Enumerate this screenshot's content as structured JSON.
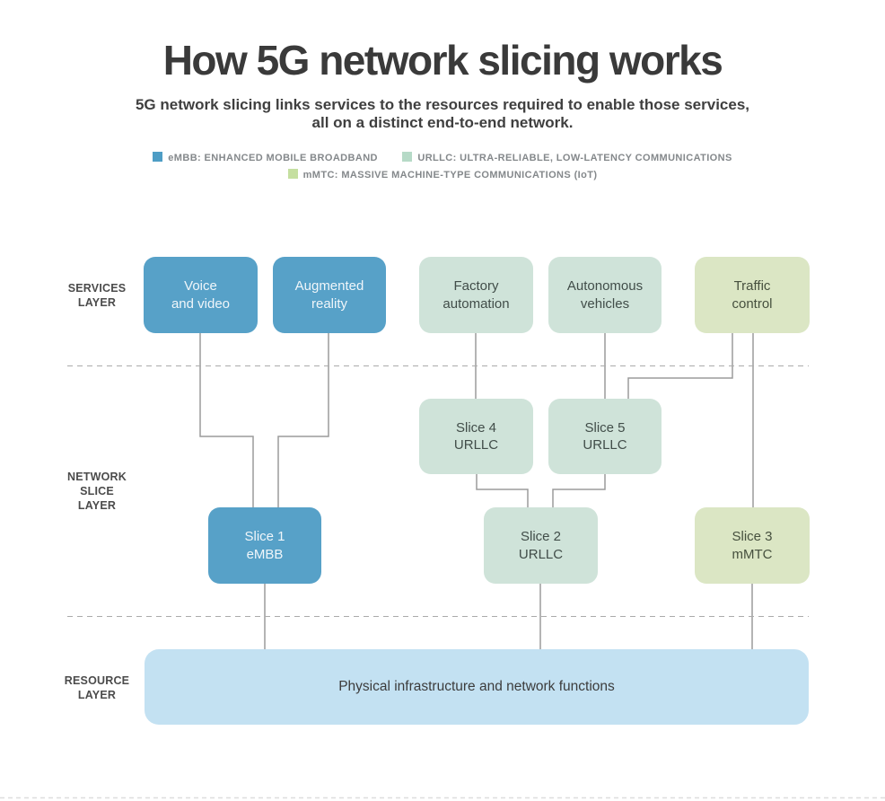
{
  "header": {
    "title": "How 5G network slicing works",
    "subtitle_line1": "5G network slicing links services to the resources required to enable those services,",
    "subtitle_line2": "all on a distinct end-to-end network."
  },
  "legend": {
    "embb": {
      "label": "eMBB: ENHANCED MOBILE BROADBAND",
      "color": "#4e9dc5"
    },
    "urllc": {
      "label": "URLLC: ULTRA-RELIABLE, LOW-LATENCY COMMUNICATIONS",
      "color": "#b6dac7"
    },
    "mmtc": {
      "label": "mMTC: MASSIVE MACHINE-TYPE COMMUNICATIONS (IoT)",
      "color": "#c5dfa0"
    }
  },
  "layers": {
    "services": {
      "line1": "SERVICES",
      "line2": "LAYER"
    },
    "network_slice": {
      "line1": "NETWORK",
      "line2": "SLICE",
      "line3": "LAYER"
    },
    "resource": {
      "line1": "RESOURCE",
      "line2": "LAYER"
    }
  },
  "boxes": {
    "voice_video": {
      "line1": "Voice",
      "line2": "and video"
    },
    "augmented_reality": {
      "line1": "Augmented",
      "line2": "reality"
    },
    "factory_automation": {
      "line1": "Factory",
      "line2": "automation"
    },
    "autonomous_vehicles": {
      "line1": "Autonomous",
      "line2": "vehicles"
    },
    "traffic_control": {
      "line1": "Traffic",
      "line2": "control"
    },
    "slice1": {
      "line1": "Slice 1",
      "line2": "eMBB"
    },
    "slice2": {
      "line1": "Slice 2",
      "line2": "URLLC"
    },
    "slice3": {
      "line1": "Slice 3",
      "line2": "mMTC"
    },
    "slice4": {
      "line1": "Slice 4",
      "line2": "URLLC"
    },
    "slice5": {
      "line1": "Slice 5",
      "line2": "URLLC"
    },
    "resource_infrastructure": {
      "label": "Physical infrastructure and network functions"
    }
  },
  "colors": {
    "embb_box": "#57a1c8",
    "urllc_box": "#cfe3d9",
    "mmtc_box": "#dbe6c4",
    "resource_box": "#c3e1f2",
    "connector": "#9b9b9b",
    "divider": "#ababab"
  }
}
